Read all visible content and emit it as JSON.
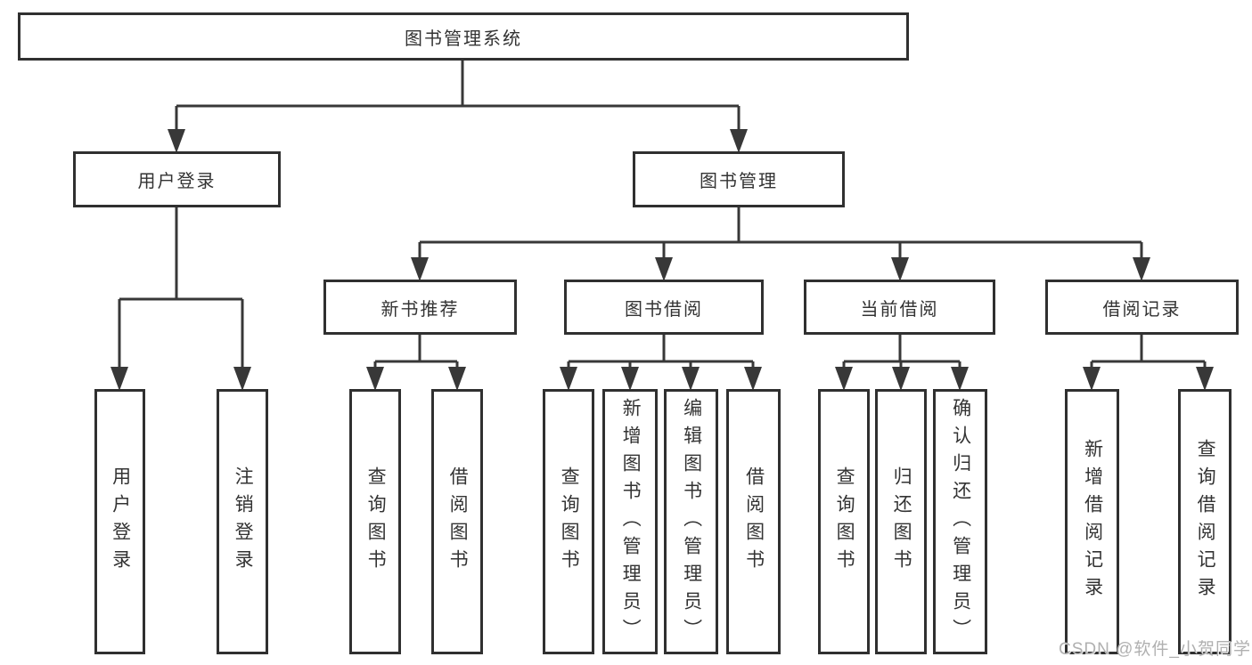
{
  "diagram": {
    "root": {
      "label": "图书管理系统"
    },
    "level2": [
      {
        "id": "user-login",
        "label": "用户登录",
        "parent": "图书管理系统"
      },
      {
        "id": "book-management",
        "label": "图书管理",
        "parent": "图书管理系统"
      }
    ],
    "level3": [
      {
        "id": "new-book-recommendation",
        "label": "新书推荐",
        "parent": "图书管理"
      },
      {
        "id": "book-borrowing",
        "label": "图书借阅",
        "parent": "图书管理"
      },
      {
        "id": "current-borrowing",
        "label": "当前借阅",
        "parent": "图书管理"
      },
      {
        "id": "borrowing-records",
        "label": "借阅记录",
        "parent": "图书管理"
      }
    ],
    "leaves": [
      {
        "label": "用户登录",
        "parent": "用户登录"
      },
      {
        "label": "注销登录",
        "parent": "用户登录"
      },
      {
        "label": "查询图书",
        "parent": "新书推荐"
      },
      {
        "label": "借阅图书",
        "parent": "新书推荐"
      },
      {
        "label": "查询图书",
        "parent": "图书借阅"
      },
      {
        "label": "新增图书（管理员）",
        "parent": "图书借阅"
      },
      {
        "label": "编辑图书（管理员）",
        "parent": "图书借阅"
      },
      {
        "label": "借阅图书",
        "parent": "图书借阅"
      },
      {
        "label": "查询图书",
        "parent": "当前借阅"
      },
      {
        "label": "归还图书",
        "parent": "当前借阅"
      },
      {
        "label": "确认归还（管理员）",
        "parent": "当前借阅"
      },
      {
        "label": "新增借阅记录",
        "parent": "借阅记录"
      },
      {
        "label": "查询借阅记录",
        "parent": "借阅记录"
      }
    ],
    "watermark": {
      "text": "CSDN @软件_小贺同学"
    },
    "colors": {
      "line": "#383838",
      "border": "#303030",
      "text": "#333333",
      "background": "#ffffff",
      "watermark": "#b0b0b0"
    }
  }
}
